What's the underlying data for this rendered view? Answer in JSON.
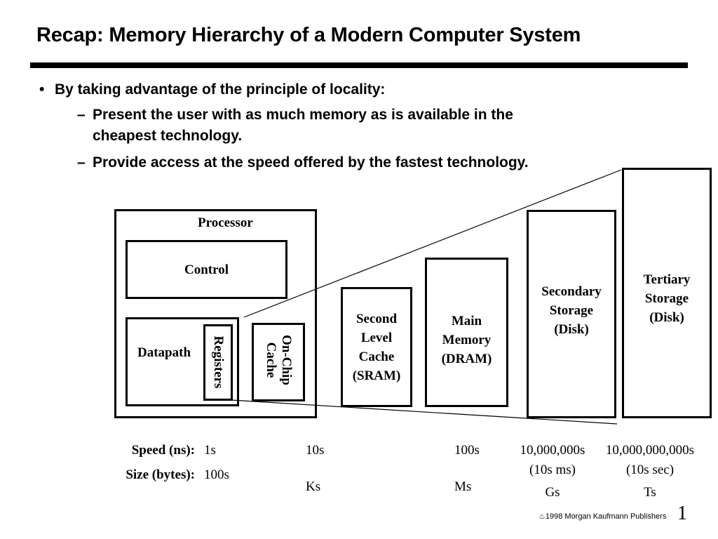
{
  "slide": {
    "title": "Recap: Memory Hierarchy of a Modern Computer System",
    "bullet": "By taking advantage of the principle of locality:",
    "subbullets": [
      {
        "dash": "–",
        "line1": "Present the user with as much memory as is available in the",
        "line2": "cheapest technology."
      },
      {
        "dash": "–",
        "line1": "Provide access at the speed offered by the fastest technology."
      }
    ],
    "bullet_marker": "•"
  },
  "diagram": {
    "processor_label": "Processor",
    "control_label": "Control",
    "datapath_label": "Datapath",
    "registers_label": "Registers",
    "onchip_label": [
      "On-Chip",
      "Cache"
    ],
    "l2_label": [
      "Second",
      "Level",
      "Cache",
      "(SRAM)"
    ],
    "main_label": [
      "Main",
      "Memory",
      "(DRAM)"
    ],
    "secondary_label": [
      "Secondary",
      "Storage",
      "(Disk)"
    ],
    "tertiary_label": [
      "Tertiary",
      "Storage",
      "(Disk)"
    ]
  },
  "metrics": {
    "speed_label": "Speed (ns):",
    "size_label": "Size (bytes):",
    "speed_registers": "1s",
    "size_registers": "100s",
    "speed_l2": "10s",
    "size_l2": "Ks",
    "speed_main": "100s",
    "size_main": "Ms",
    "speed_secondary": "10,000,000s",
    "speed_secondary_note": "(10s ms)",
    "size_secondary": "Gs",
    "speed_tertiary": "10,000,000,000s",
    "speed_tertiary_note": "(10s sec)",
    "size_tertiary": "Ts"
  },
  "footer": {
    "copyright": "1998 Morgan Kaufmann Publishers",
    "logo_glyph": "♨",
    "page_number": "1"
  }
}
